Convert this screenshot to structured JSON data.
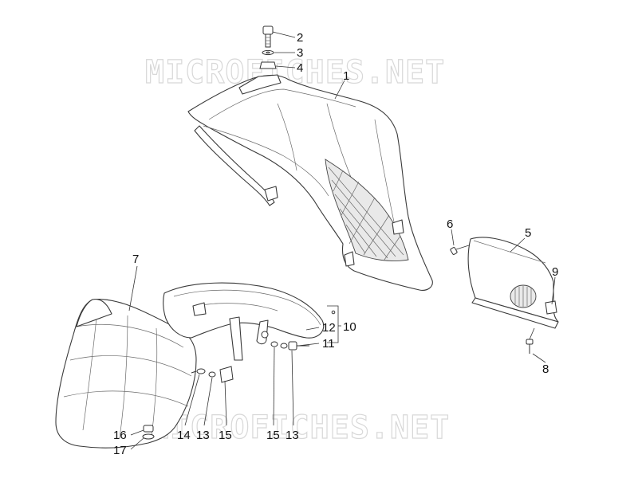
{
  "watermark": {
    "top": "MICROFICHES.NET",
    "bottom": "MICROFICHES.NET"
  },
  "callouts": {
    "c1": "1",
    "c2": "2",
    "c3": "3",
    "c4": "4",
    "c5": "5",
    "c6": "6",
    "c7": "7",
    "c8": "8",
    "c9": "9",
    "c10": "10",
    "c11": "11",
    "c12": "12",
    "c13a": "13",
    "c13b": "13",
    "c14": "14",
    "c15a": "15",
    "c15b": "15",
    "c16": "16",
    "c17": "17"
  },
  "colors": {
    "line": "#3a3a3a",
    "watermark": "#d8d8d8",
    "background": "#ffffff"
  }
}
